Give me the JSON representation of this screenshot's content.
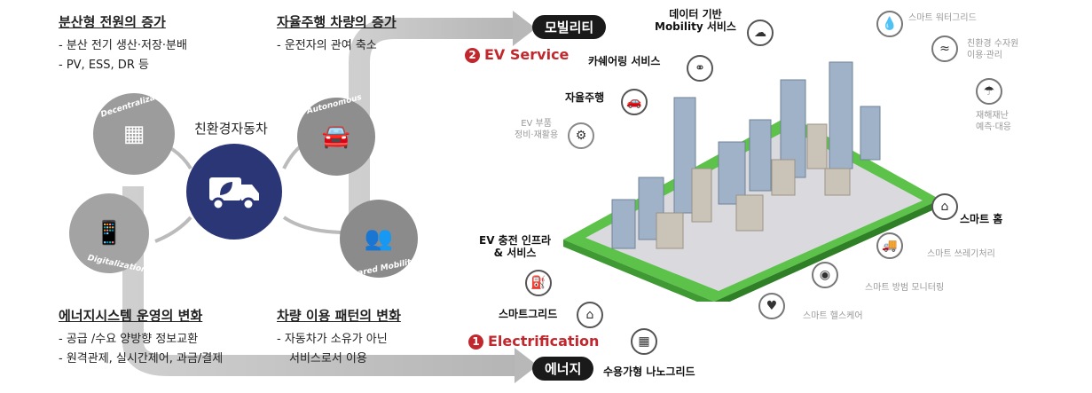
{
  "left": {
    "decentral_title": "분산형 전원의 증가",
    "decentral_bullets": [
      "- 분산 전기 생산·저장·분배",
      "- PV, ESS, DR 등"
    ],
    "auto_title": "자율주행 차량의 증가",
    "auto_bullets": [
      "- 운전자의 관여 축소"
    ],
    "energy_title": "에너지시스템 운영의 변화",
    "energy_bullets": [
      "- 공급 /수요 양방향 정보교환",
      "- 원격관제, 실시간제어, 과금/결제"
    ],
    "usage_title": "차량 이용 패턴의 변화",
    "usage_bullets": [
      "- 자동차가 소유가 아닌",
      "서비스로서 이용"
    ]
  },
  "cycle": {
    "center_label": "친환경자동차",
    "decentralization": "Decentralization",
    "autonomous": "Autonomous",
    "digitalization": "Digitalization",
    "shared_mobility": "Shared Mobility"
  },
  "right": {
    "mobility_pill": "모빌리티",
    "energy_pill": "에너지",
    "ev_service_num": "2",
    "ev_service": "EV Service",
    "electrification_num": "1",
    "electrification": "Electrification",
    "bold_labels": {
      "data_mobility": [
        "데이터 기반",
        "Mobility 서비스"
      ],
      "carsharing": "카쉐어링 서비스",
      "autonomous_drive": "자율주행",
      "ev_charging": [
        "EV 충전 인프라",
        "& 서비스"
      ],
      "smart_grid": "스마트그리드",
      "nanogrid": "수용가형 나노그리드",
      "smart_home": "스마트 홈"
    },
    "gray_labels": {
      "ev_parts": [
        "EV 부품",
        "정비·재활용"
      ],
      "water_grid": "스마트 워터그리드",
      "water_resources": [
        "친환경 수자원",
        "이용·관리"
      ],
      "disaster": [
        "재해재난",
        "예측·대응"
      ],
      "waste": "스마트 쓰레기처리",
      "security": "스마트 방범 모니터링",
      "healthcare": "스마트 헬스케어"
    }
  },
  "colors": {
    "accent_red": "#c0282d",
    "center_navy": "#2b3677",
    "ground_green": "#5cc24a"
  }
}
